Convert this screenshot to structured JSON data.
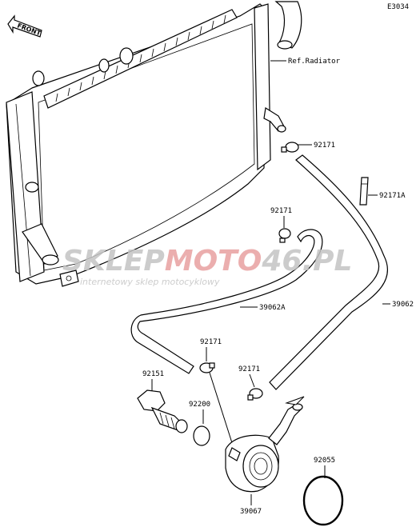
{
  "diagram_code": "E3034",
  "front_label": "FRONT",
  "ref_label": "Ref.Radiator",
  "watermark": {
    "brand_left": "SKLEP",
    "brand_mid": "MOTO",
    "brand_num": "46",
    "brand_tld": ".PL",
    "tagline": "internetowy sklep motocyklowy",
    "colors": {
      "grey": "#c4c4c4",
      "red": "#e8a0a0"
    }
  },
  "parts": [
    {
      "id": "92171",
      "label": "92171"
    },
    {
      "id": "92171A",
      "label": "92171A"
    },
    {
      "id": "92171-b",
      "label": "92171"
    },
    {
      "id": "39062",
      "label": "39062"
    },
    {
      "id": "39062A",
      "label": "39062A"
    },
    {
      "id": "92171-c",
      "label": "92171"
    },
    {
      "id": "92151",
      "label": "92151"
    },
    {
      "id": "92171-d",
      "label": "92171"
    },
    {
      "id": "92200",
      "label": "92200"
    },
    {
      "id": "92055",
      "label": "92055"
    },
    {
      "id": "39067",
      "label": "39067"
    }
  ]
}
